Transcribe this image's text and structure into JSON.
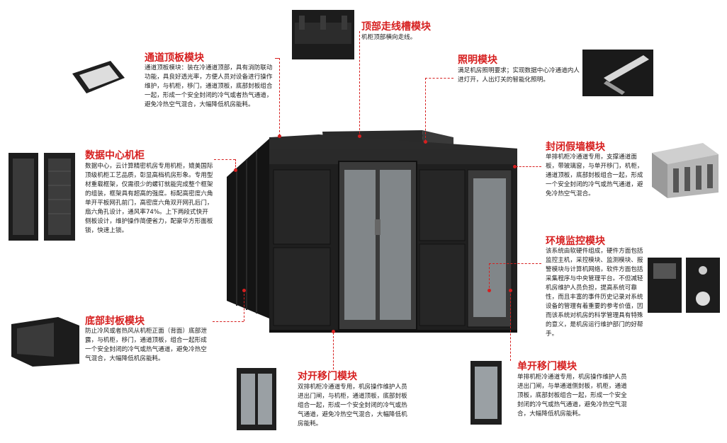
{
  "modules": {
    "top_cable": {
      "title": "顶部走线槽模块",
      "desc": "机柜顶部横向走线。"
    },
    "lighting": {
      "title": "照明模块",
      "desc": "满足机房照明要求；实现数据中心冷通道内人进灯开，人出灯关的智能化照明。"
    },
    "aisle_top": {
      "title": "通道顶板模块",
      "desc": "通道顶板模块：装在冷通道顶部，具有消防联动功能，具良好透光率，方便人员对设备进行操作维护，与机柜，移门，通道顶板，底部封板组合一起，形成一个安全封闭的冷气或者热气通道，避免冷热空气混合，大幅降低机房能耗。"
    },
    "cabinet": {
      "title": "数据中心机柜",
      "desc": "数据中心，云计算精密机房专用机柜，媲美国际顶级机柜工艺品质，彰显高档机房形象。专用型材重载框架，仅需很少的螺钉就能完成整个框架的组装，框架具有超高的强度。标配高密度六角单开平板网孔前门，高密度六角双开网孔后门，扇六角孔设计，通风率74%。上下两段式快开侧板设计，维护操作简便省力，配豪华方形面板锁，快速上锁。"
    },
    "false_wall": {
      "title": "封闭假墙模块",
      "desc": "单排机柜冷通道专用，支撑通道面板，带玻璃窗，与单开移门，机柜，通道顶板，底部封板组合一起，形成一个安全封闭的冷气或热气通道，避免冷热空气混合。"
    },
    "env_monitor": {
      "title": "环境监控模块",
      "desc": "该系统由软硬件组成，硬件方面包括监控主机，采控模块、监测模块、报警模块与计算机网络，软件方面包括采集程序与中央管理平台。不但减轻机房维护人员负担，提高系统可靠性，而且丰富的事件历史记录对系统设备的管理有着重要的参考价值，因而该系统对机房的科学管理具有特殊的意义，是机房运行维护部门的好帮手。"
    },
    "bottom_seal": {
      "title": "底部封板模块",
      "desc": "防止冷风或者热风从机柜正面（背面）底部泄露，与机柜，移门，通道顶板，组合一起形成一个安全封闭的冷气或热气通道，避免冷热空气混合，大幅降低机房能耗。"
    },
    "double_door": {
      "title": "对开移门模块",
      "desc": "双排机柜冷通道专用，机房操作维护人员进出门闸，与机柜，通道顶板，底部封板组合一起，形成一个安全封闭的冷气或热气通道，避免冷热空气混合，大幅降低机房能耗。"
    },
    "single_door": {
      "title": "单开移门模块",
      "desc": "单排机柜冷通道专用，机房操作维护人员进出门闸，与单通道侧封板，机柜，通道顶板，底部封板组合一起，形成一个安全封闭的冷气或热气通道，避免冷热空气混合，大幅降低机房能耗。"
    }
  },
  "colors": {
    "accent": "#d61f1f",
    "text": "#222222",
    "cabinet": "#1c1c1c"
  }
}
